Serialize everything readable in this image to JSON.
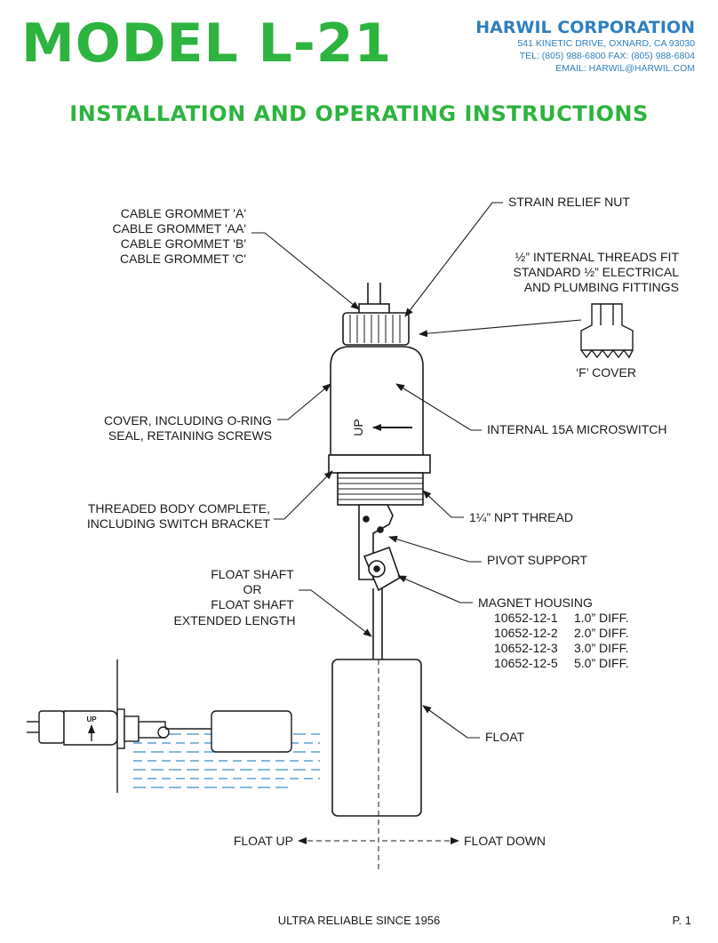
{
  "header": {
    "model": "MODEL L-21",
    "company": "HARWIL CORPORATION",
    "address": "541 KINETIC DRIVE, OXNARD, CA 93030",
    "phone": "TEL: (805) 988-6800 FAX: (805) 988-6804",
    "email": "EMAIL: HARWIL@HARWIL.COM"
  },
  "subtitle": "INSTALLATION AND OPERATING INSTRUCTIONS",
  "labels": {
    "grommet": [
      "CABLE GROMMET 'A'",
      "CABLE GROMMET 'AA'",
      "CABLE GROMMET 'B'",
      "CABLE GROMMET 'C'"
    ],
    "strain_relief": "STRAIN RELIEF NUT",
    "internal_threads": [
      "½” INTERNAL THREADS FIT",
      "STANDARD ½” ELECTRICAL",
      "AND PLUMBING FITTINGS"
    ],
    "f_cover": "‘F’ COVER",
    "cover": [
      "COVER, INCLUDING O-RING",
      "SEAL, RETAINING SCREWS"
    ],
    "microswitch": "INTERNAL 15A MICROSWITCH",
    "up_mark": "UP",
    "threaded_body": [
      "THREADED BODY COMPLETE,",
      "INCLUDING SWITCH BRACKET"
    ],
    "npt_thread": "1¼” NPT THREAD",
    "pivot_support": "PIVOT SUPPORT",
    "float_shaft": [
      "FLOAT SHAFT",
      "OR",
      "FLOAT SHAFT",
      "EXTENDED LENGTH"
    ],
    "magnet_housing": "MAGNET HOUSING",
    "magnet_parts": [
      {
        "part": "10652-12-1",
        "diff": "1.0” DIFF."
      },
      {
        "part": "10652-12-2",
        "diff": "2.0” DIFF."
      },
      {
        "part": "10652-12-3",
        "diff": "3.0” DIFF."
      },
      {
        "part": "10652-12-5",
        "diff": "5.0” DIFF."
      }
    ],
    "float": "FLOAT",
    "float_up": "FLOAT UP",
    "float_down": "FLOAT DOWN",
    "side_up": "UP"
  },
  "footer": {
    "tagline": "ULTRA RELIABLE SINCE 1956",
    "page": "P. 1"
  },
  "colors": {
    "title_green": "#2db43f",
    "company_blue": "#2f7fc0",
    "water_blue": "#3f8fc8"
  }
}
